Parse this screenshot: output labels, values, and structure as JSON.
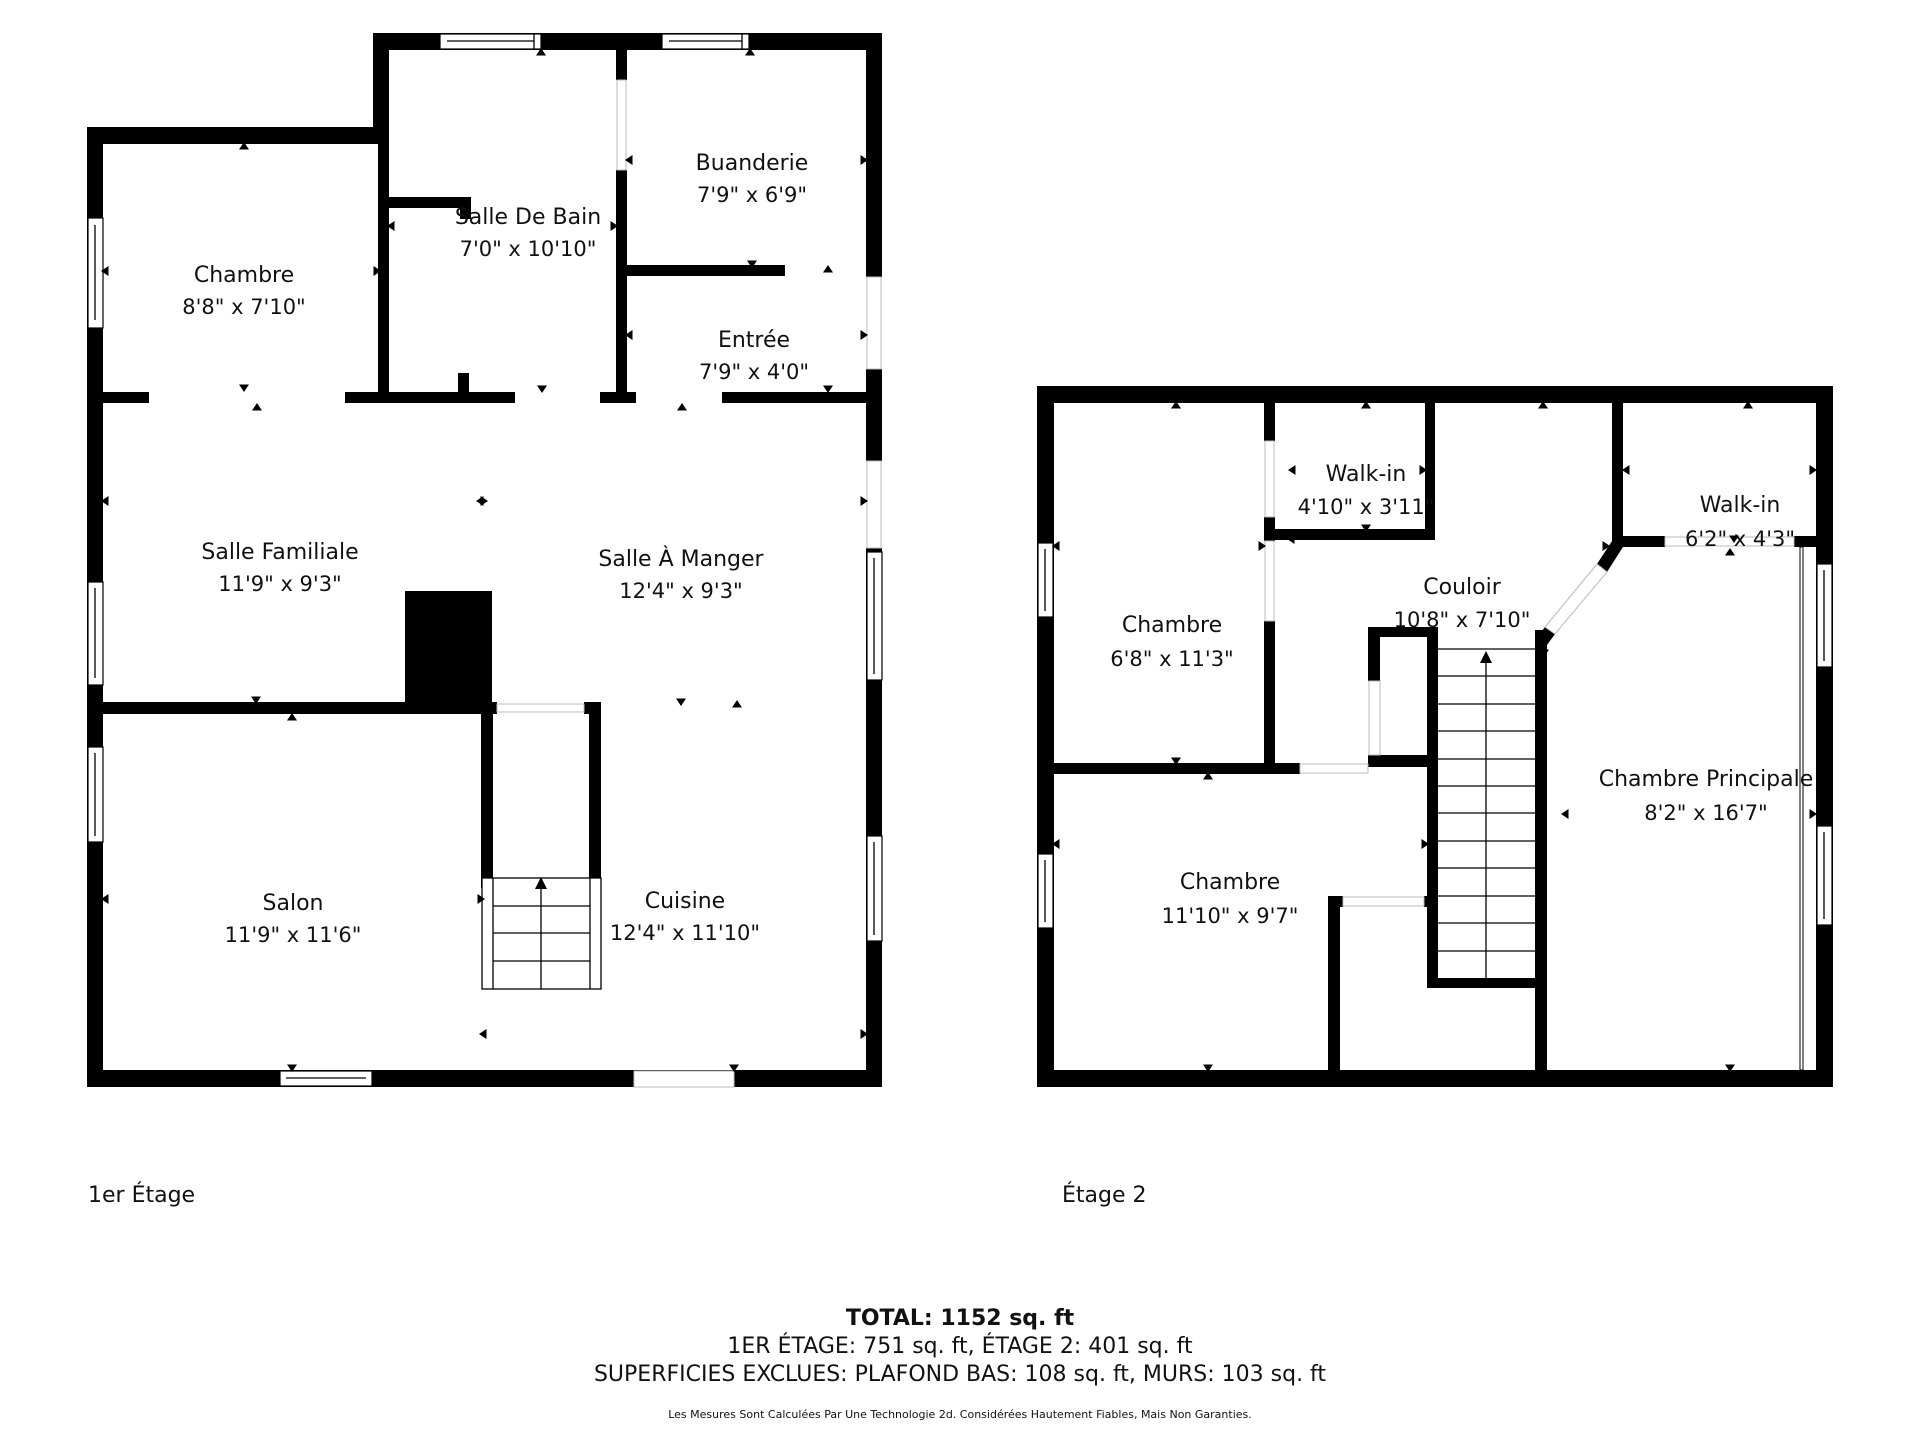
{
  "floors": [
    {
      "label": "1er Étage",
      "rooms": [
        {
          "name": "Chambre",
          "dim": "8'8\" x 7'10\""
        },
        {
          "name": "Salle De Bain",
          "dim": "7'0\" x 10'10\""
        },
        {
          "name": "Buanderie",
          "dim": "7'9\" x 6'9\""
        },
        {
          "name": "Entrée",
          "dim": "7'9\" x 4'0\""
        },
        {
          "name": "Salle Familiale",
          "dim": "11'9\" x 9'3\""
        },
        {
          "name": "Salle À Manger",
          "dim": "12'4\" x 9'3\""
        },
        {
          "name": "Salon",
          "dim": "11'9\" x 11'6\""
        },
        {
          "name": "Cuisine",
          "dim": "12'4\" x 11'10\""
        }
      ]
    },
    {
      "label": "Étage 2",
      "rooms": [
        {
          "name": "Walk-in",
          "dim": "4'10\" x 3'11\""
        },
        {
          "name": "Walk-in",
          "dim": "6'2\" x 4'3\""
        },
        {
          "name": "Chambre",
          "dim": "6'8\" x 11'3\""
        },
        {
          "name": "Couloir",
          "dim": "10'8\" x 7'10\""
        },
        {
          "name": "Chambre Principale",
          "dim": "8'2\" x 16'7\""
        },
        {
          "name": "Chambre",
          "dim": "11'10\" x 9'7\""
        }
      ]
    }
  ],
  "summary": {
    "total": "TOTAL: 1152 sq. ft",
    "per_floor": "1ER ÉTAGE: 751 sq. ft, ÉTAGE 2: 401 sq. ft",
    "excluded": "SUPERFICIES EXCLUES: PLAFOND BAS: 108 sq. ft, MURS: 103 sq. ft",
    "disclaimer": "Les Mesures Sont Calculées Par Une Technologie 2d. Considérées Hautement Fiables, Mais Non Garanties."
  },
  "icons": {
    "stairs": "stairs-up-arrow-icon",
    "window": "window-icon",
    "door": "door-opening-icon",
    "measure": "dimension-marker-icon"
  }
}
